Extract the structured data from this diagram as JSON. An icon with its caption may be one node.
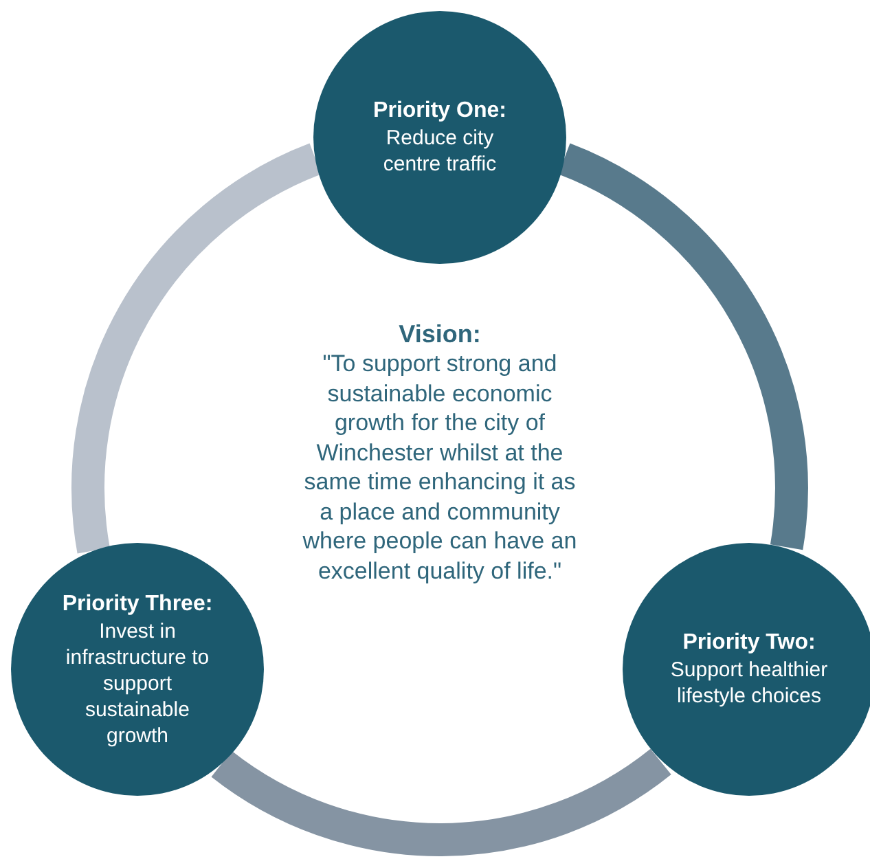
{
  "diagram": {
    "nodes": [
      {
        "text": [
          "Priority One:",
          "Reduce city centre traffic"
        ]
      },
      {
        "text": [
          "Priority Two:",
          "Support healthier lifestyle choices"
        ]
      },
      {
        "text": [
          "Priority Three:",
          "Invest in infrastructure to support sustainable growth"
        ]
      }
    ],
    "edges": [
      {
        "from": 0,
        "to": 1,
        "arrow": "none",
        "color": "#587a8c"
      },
      {
        "from": 1,
        "to": 2,
        "arrow": "none",
        "color": "#8594a3"
      },
      {
        "from": 2,
        "to": 0,
        "arrow": "none",
        "color": "#b9c1cc"
      }
    ],
    "labels": [
      "Vision:",
      "\"To support strong and sustainable economic growth for the city of Winchester whilst at the same time enhancing it as a place and community where people can have an excellent quality of life.\""
    ]
  }
}
